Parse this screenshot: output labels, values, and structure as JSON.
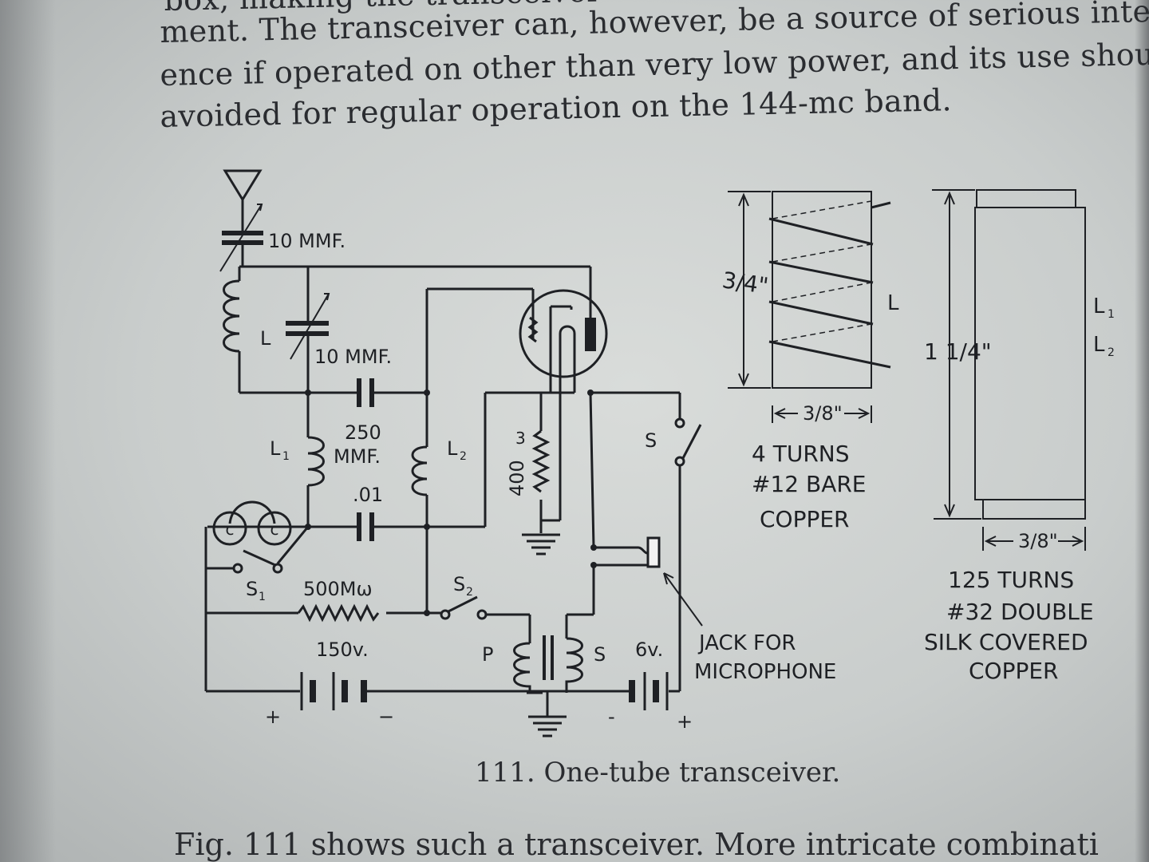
{
  "text": {
    "line0": "box, making the transceiver",
    "line1": "ment. The transceiver can, however, be a source of serious interfe",
    "line2": "ence if operated on other than very low power, and its use should b",
    "line3": "avoided for regular operation on the 144-mc band.",
    "caption": "111. One-tube transceiver.",
    "bottom_line": "Fig. 111 shows such a transceiver. More intricate combinati"
  },
  "schematic": {
    "cap_antenna": "10 MMF.",
    "inductor_l": "L",
    "cap_tuning": "10 MMF.",
    "cap_grid_value": "250",
    "cap_grid_unit": "MMF.",
    "cap_bypass": ".01",
    "coil_l1": "L",
    "coil_l1_sub": "1",
    "coil_l2": "L",
    "coil_l2_sub": "2",
    "resistor_fil_top": "3",
    "resistor_fil_value": "400",
    "switch_s1": "S",
    "switch_s1_sub": "1",
    "resistor_grid": "500Mω",
    "switch_s2": "S",
    "switch_s2_sub": "2",
    "battery_b": "150v.",
    "battery_b_plus": "+",
    "battery_b_minus": "−",
    "transformer_p": "P",
    "transformer_s": "S",
    "battery_a": "6v.",
    "battery_a_minus": "-",
    "battery_a_plus": "+",
    "switch_s": "S",
    "jack_label_1": "JACK  FOR",
    "jack_label_2": "MICROPHONE"
  },
  "coil_detail_l": {
    "height": "3/4\"",
    "width": "3/8\"",
    "label": "L",
    "desc_1": "4  TURNS",
    "desc_2": "#12  BARE",
    "desc_3": "COPPER"
  },
  "coil_detail_l1l2": {
    "height": "1 1/4\"",
    "width": "3/8\"",
    "label_1": "L",
    "label_1_sub": "1",
    "label_2": "L",
    "label_2_sub": "2",
    "desc_1": "125  TURNS",
    "desc_2": "#32  DOUBLE",
    "desc_3": "SILK  COVERED",
    "desc_4": "COPPER"
  }
}
